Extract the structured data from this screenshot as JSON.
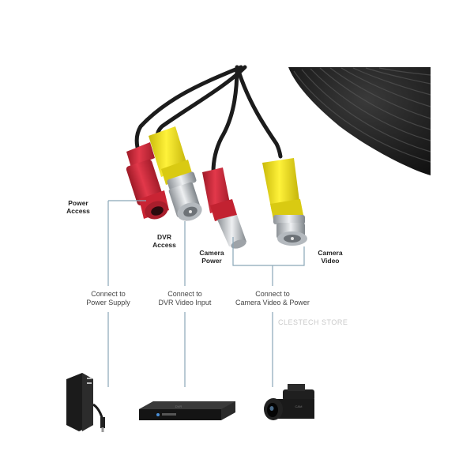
{
  "labels": {
    "power_access": "Power\nAccess",
    "dvr_access": "DVR\nAccess",
    "camera_power": "Camera\nPower",
    "camera_video": "Camera\nVideo",
    "connect_power_supply": "Connect to\nPower Supply",
    "connect_dvr": "Connect to\nDVR Video Input",
    "connect_camera": "Connect to\nCamera Video & Power"
  },
  "watermark": "CLESTECH STORE",
  "dvr_brand": "DVR",
  "camera_brand": "CAM",
  "colors": {
    "red_plug": "#d8283a",
    "yellow_plug": "#f2e31a",
    "cable": "#1c1c1c",
    "connector_line": "#8aa7b8",
    "metal": "#c9cdd1"
  },
  "icons": [
    "power-adapter-icon",
    "dvr-recorder-icon",
    "security-camera-icon"
  ]
}
